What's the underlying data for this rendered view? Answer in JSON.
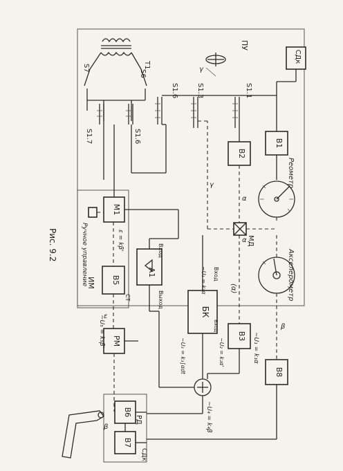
{
  "figure": {
    "caption": "Рис. 9.2",
    "group_labels": {
      "pu": "ПУ",
      "im": "ИМ",
      "rd": "РД",
      "md": "МД"
    },
    "blocks": {
      "sdk_top": "СДк",
      "b1": "В1",
      "b2": "В2",
      "b3": "В3",
      "b5": "В5",
      "b6": "В6",
      "b7": "В7",
      "b8": "В8",
      "m1": "М1",
      "a1": "А1",
      "bk": "БК",
      "pm": "РМ",
      "sdk_bottom": "СДк"
    },
    "switches": {
      "s1_1": "S1.1",
      "s1_3": "S1.3",
      "s1_6a": "S1.6",
      "s1_6b": "S1.6",
      "s1_7": "S1.7",
      "s6": "S6",
      "s7": "S7",
      "t1": "Т1"
    },
    "instruments": {
      "variometer": "Реометр",
      "accelerometer": "Акселерометр"
    },
    "signals": {
      "alpha1": "α",
      "alpha2": "α",
      "alpha_paren": "(α)",
      "gamma": "γ",
      "beta": "β",
      "beta2": "β",
      "eps": "ε",
      "eps_eq": "ε = kβ'",
      "u1": "~U₁ = k₁α",
      "u2": "~U₂ = k₂α'",
      "u3": "~U₃ = k₃∫αdt",
      "u4": "~U₄ = k₄β",
      "u5": "~U₅ = k₅β'",
      "a1_in": "Вход",
      "a1_out": "Выход",
      "bk_in": "Вход",
      "bk_out": "Вход",
      "u_bk_in": "~U₁ = k₁α",
      "u_bk_out": "~U₂=k₂α' / ~U₃=k₃∫αdt",
      "manual": "Ручное управление",
      "st": "СТ",
      "gamma2": "γ"
    }
  }
}
